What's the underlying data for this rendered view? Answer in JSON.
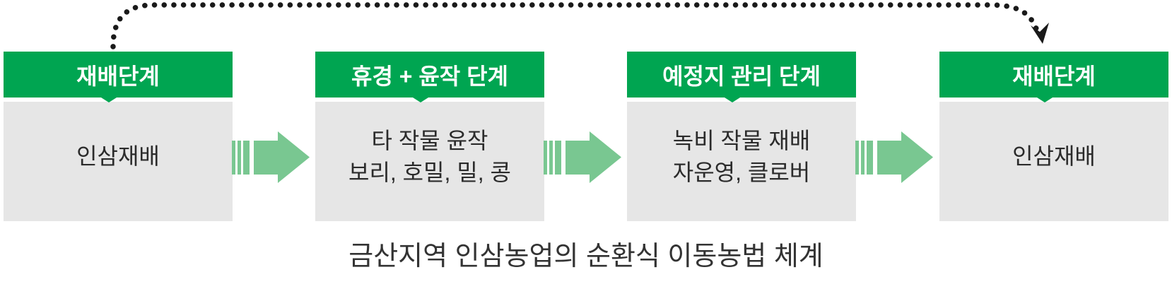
{
  "caption": "금산지역 인삼농업의 순환식 이동농법 체계",
  "stages": [
    {
      "title": "재배단계",
      "lines": [
        "인삼재배"
      ]
    },
    {
      "title": "휴경 + 윤작 단계",
      "lines": [
        "타 작물 윤작",
        "보리, 호밀, 밀, 콩"
      ]
    },
    {
      "title": "예정지 관리 단계",
      "lines": [
        "녹비 작물 재배",
        "자운영, 클로버"
      ]
    },
    {
      "title": "재배단계",
      "lines": [
        "인삼재배"
      ]
    }
  ],
  "icons": {
    "flow_arrow": "fast-forward-arrow",
    "cycle_arrow": "dotted-return-arrow"
  },
  "colors": {
    "header_green": "#00a551",
    "body_gray": "#e6e6e6",
    "arrow_green": "#79c791",
    "line_black": "#1a1a1a",
    "body_text": "#2b2b2b",
    "caption_text": "#333333"
  }
}
